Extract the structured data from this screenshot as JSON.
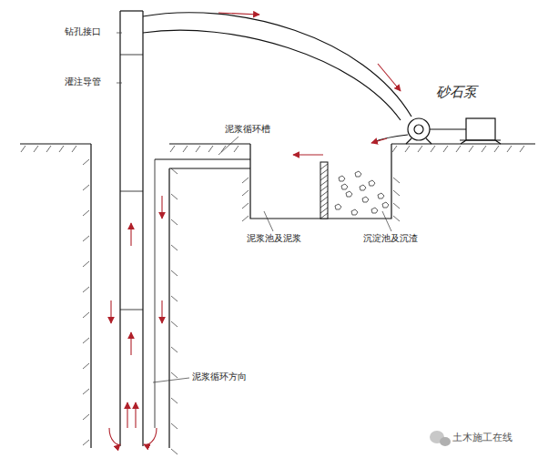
{
  "diagram": {
    "labels": [
      "钻孔接口",
      "灌注导管",
      "砂石泵",
      "泥浆循环槽",
      "泥浆池及泥浆",
      "沉淀池及沉渣",
      "泥浆循环方向",
      "土木施工在线"
    ]
  }
}
